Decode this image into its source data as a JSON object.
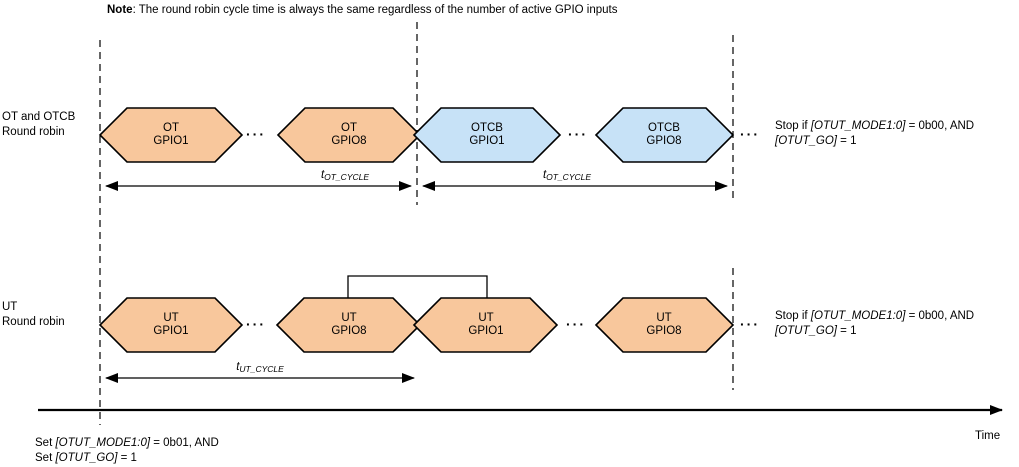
{
  "note": {
    "label": "Note",
    "text": ": The round robin cycle time is always the same regardless of the number of active GPIO inputs"
  },
  "colors": {
    "ot_fill": "#F8C79C",
    "otcb_fill": "#C7E2F7",
    "line": "#000000"
  },
  "rows": {
    "top": {
      "label_line1": "OT and OTCB",
      "label_line2": "Round robin",
      "hexagons": [
        {
          "line1": "OT",
          "line2": "GPIO1"
        },
        {
          "line1": "OT",
          "line2": "GPIO8"
        },
        {
          "line1": "OTCB",
          "line2": "GPIO1"
        },
        {
          "line1": "OTCB",
          "line2": "GPIO8"
        }
      ],
      "cycle_label": {
        "symbol": "t",
        "subscript": "OT_CYCLE"
      }
    },
    "bottom": {
      "label_line1": "UT",
      "label_line2": "Round robin",
      "hexagons": [
        {
          "line1": "UT",
          "line2": "GPIO1"
        },
        {
          "line1": "UT",
          "line2": "GPIO8"
        },
        {
          "line1": "UT",
          "line2": "GPIO1"
        },
        {
          "line1": "UT",
          "line2": "GPIO8"
        }
      ],
      "cycle_label": {
        "symbol": "t",
        "subscript": "UT_CYCLE"
      }
    }
  },
  "stop_condition": {
    "prefix": "Stop if ",
    "mode_register": "[OTUT_MODE1:0]",
    "mode_value": " = 0b00, AND",
    "go_register": "[OTUT_GO]",
    "go_value": " = 1"
  },
  "start_condition": {
    "line1_prefix": "Set ",
    "line1_register": "[OTUT_MODE1:0]",
    "line1_suffix": " = 0b01, AND",
    "line2_prefix": "Set ",
    "line2_register": "[OTUT_GO]",
    "line2_suffix": " = 1"
  },
  "axis": {
    "label": "Time"
  },
  "ellipsis": "···"
}
